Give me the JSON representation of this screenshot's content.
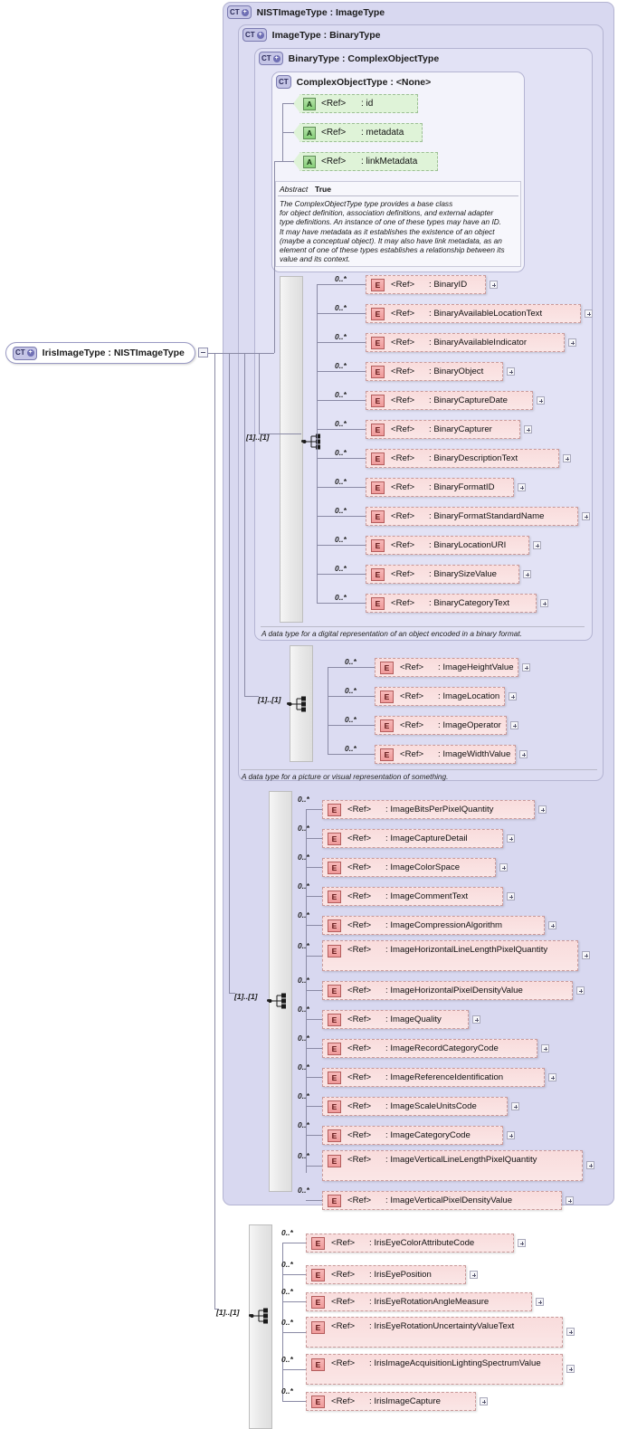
{
  "root": {
    "badge": "CT",
    "badge_plus": "+",
    "label": "IrisImageType : NISTImageType"
  },
  "containers": [
    {
      "badge": "CT",
      "badge_plus": "+",
      "label": "NISTImageType : ImageType"
    },
    {
      "badge": "CT",
      "badge_plus": "+",
      "label": "ImageType : BinaryType"
    },
    {
      "badge": "CT",
      "badge_plus": "+",
      "label": "BinaryType : ComplexObjectType"
    },
    {
      "badge": "CT",
      "badge_plus": "",
      "label": "ComplexObjectType : <None>"
    }
  ],
  "attributes": [
    {
      "glyph": "A",
      "ref": "<Ref>",
      "name": ": id"
    },
    {
      "glyph": "A",
      "ref": "<Ref>",
      "name": ": metadata"
    },
    {
      "glyph": "A",
      "ref": "<Ref>",
      "name": ": linkMetadata"
    }
  ],
  "abstract": {
    "label": "Abstract",
    "value": "True",
    "documentation": "The ComplexObjectType type provides a base class\nfor object definition, association definitions, and external adapter\ntype definitions. An instance of one of these types may have an ID.\nIt may have metadata as it establishes the existence of an object\n(maybe a conceptual object). It may also have link metadata, as an\nelement of one of these types establishes a relationship between its\nvalue and its context."
  },
  "groups": [
    {
      "id": "binary",
      "cardinality": "[1]..[1]",
      "compositor": "sequence",
      "doc": "A data type for a digital representation of an object encoded in a binary format.",
      "elements": [
        {
          "glyph": "E",
          "occurs": "0..*",
          "ref": "<Ref>",
          "name": ": BinaryID"
        },
        {
          "glyph": "E",
          "occurs": "0..*",
          "ref": "<Ref>",
          "name": ": BinaryAvailableLocationText"
        },
        {
          "glyph": "E",
          "occurs": "0..*",
          "ref": "<Ref>",
          "name": ": BinaryAvailableIndicator"
        },
        {
          "glyph": "E",
          "occurs": "0..*",
          "ref": "<Ref>",
          "name": ": BinaryObject"
        },
        {
          "glyph": "E",
          "occurs": "0..*",
          "ref": "<Ref>",
          "name": ": BinaryCaptureDate"
        },
        {
          "glyph": "E",
          "occurs": "0..*",
          "ref": "<Ref>",
          "name": ": BinaryCapturer"
        },
        {
          "glyph": "E",
          "occurs": "0..*",
          "ref": "<Ref>",
          "name": ": BinaryDescriptionText"
        },
        {
          "glyph": "E",
          "occurs": "0..*",
          "ref": "<Ref>",
          "name": ": BinaryFormatID"
        },
        {
          "glyph": "E",
          "occurs": "0..*",
          "ref": "<Ref>",
          "name": ": BinaryFormatStandardName"
        },
        {
          "glyph": "E",
          "occurs": "0..*",
          "ref": "<Ref>",
          "name": ": BinaryLocationURI"
        },
        {
          "glyph": "E",
          "occurs": "0..*",
          "ref": "<Ref>",
          "name": ": BinarySizeValue"
        },
        {
          "glyph": "E",
          "occurs": "0..*",
          "ref": "<Ref>",
          "name": ": BinaryCategoryText"
        }
      ]
    },
    {
      "id": "image",
      "cardinality": "[1]..[1]",
      "compositor": "sequence",
      "doc": "A data type for a picture or visual representation of something.",
      "elements": [
        {
          "glyph": "E",
          "occurs": "0..*",
          "ref": "<Ref>",
          "name": ": ImageHeightValue"
        },
        {
          "glyph": "E",
          "occurs": "0..*",
          "ref": "<Ref>",
          "name": ": ImageLocation"
        },
        {
          "glyph": "E",
          "occurs": "0..*",
          "ref": "<Ref>",
          "name": ": ImageOperator"
        },
        {
          "glyph": "E",
          "occurs": "0..*",
          "ref": "<Ref>",
          "name": ": ImageWidthValue"
        }
      ]
    },
    {
      "id": "nistimage",
      "cardinality": "[1]..[1]",
      "compositor": "sequence",
      "doc": "",
      "elements": [
        {
          "glyph": "E",
          "occurs": "0..*",
          "ref": "<Ref>",
          "name": ": ImageBitsPerPixelQuantity"
        },
        {
          "glyph": "E",
          "occurs": "0..*",
          "ref": "<Ref>",
          "name": ": ImageCaptureDetail"
        },
        {
          "glyph": "E",
          "occurs": "0..*",
          "ref": "<Ref>",
          "name": ": ImageColorSpace"
        },
        {
          "glyph": "E",
          "occurs": "0..*",
          "ref": "<Ref>",
          "name": ": ImageCommentText"
        },
        {
          "glyph": "E",
          "occurs": "0..*",
          "ref": "<Ref>",
          "name": ": ImageCompressionAlgorithm"
        },
        {
          "glyph": "E",
          "occurs": "0..*",
          "ref": "<Ref>",
          "name": ": ImageHorizontalLineLengthPixelQuantity"
        },
        {
          "glyph": "E",
          "occurs": "0..*",
          "ref": "<Ref>",
          "name": ": ImageHorizontalPixelDensityValue"
        },
        {
          "glyph": "E",
          "occurs": "0..*",
          "ref": "<Ref>",
          "name": ": ImageQuality"
        },
        {
          "glyph": "E",
          "occurs": "0..*",
          "ref": "<Ref>",
          "name": ": ImageRecordCategoryCode"
        },
        {
          "glyph": "E",
          "occurs": "0..*",
          "ref": "<Ref>",
          "name": ": ImageReferenceIdentification"
        },
        {
          "glyph": "E",
          "occurs": "0..*",
          "ref": "<Ref>",
          "name": ": ImageScaleUnitsCode"
        },
        {
          "glyph": "E",
          "occurs": "0..*",
          "ref": "<Ref>",
          "name": ": ImageCategoryCode"
        },
        {
          "glyph": "E",
          "occurs": "0..*",
          "ref": "<Ref>",
          "name": ": ImageVerticalLineLengthPixelQuantity"
        },
        {
          "glyph": "E",
          "occurs": "0..*",
          "ref": "<Ref>",
          "name": ": ImageVerticalPixelDensityValue"
        }
      ]
    },
    {
      "id": "iris",
      "cardinality": "[1]..[1]",
      "compositor": "sequence",
      "doc": "",
      "elements": [
        {
          "glyph": "E",
          "occurs": "0..*",
          "ref": "<Ref>",
          "name": ": IrisEyeColorAttributeCode"
        },
        {
          "glyph": "E",
          "occurs": "0..*",
          "ref": "<Ref>",
          "name": ": IrisEyePosition"
        },
        {
          "glyph": "E",
          "occurs": "0..*",
          "ref": "<Ref>",
          "name": ": IrisEyeRotationAngleMeasure"
        },
        {
          "glyph": "E",
          "occurs": "0..*",
          "ref": "<Ref>",
          "name": ": IrisEyeRotationUncertaintyValueText"
        },
        {
          "glyph": "E",
          "occurs": "0..*",
          "ref": "<Ref>",
          "name": ": IrisImageAcquisitionLightingSpectrumValue"
        },
        {
          "glyph": "E",
          "occurs": "0..*",
          "ref": "<Ref>",
          "name": ": IrisImageCapture"
        }
      ]
    }
  ],
  "colors": {
    "element_fill": "#f9dcdc",
    "attribute_fill": "#dff3d8",
    "container_fill": "#d8d8f0",
    "line": "#8a8aa5"
  }
}
